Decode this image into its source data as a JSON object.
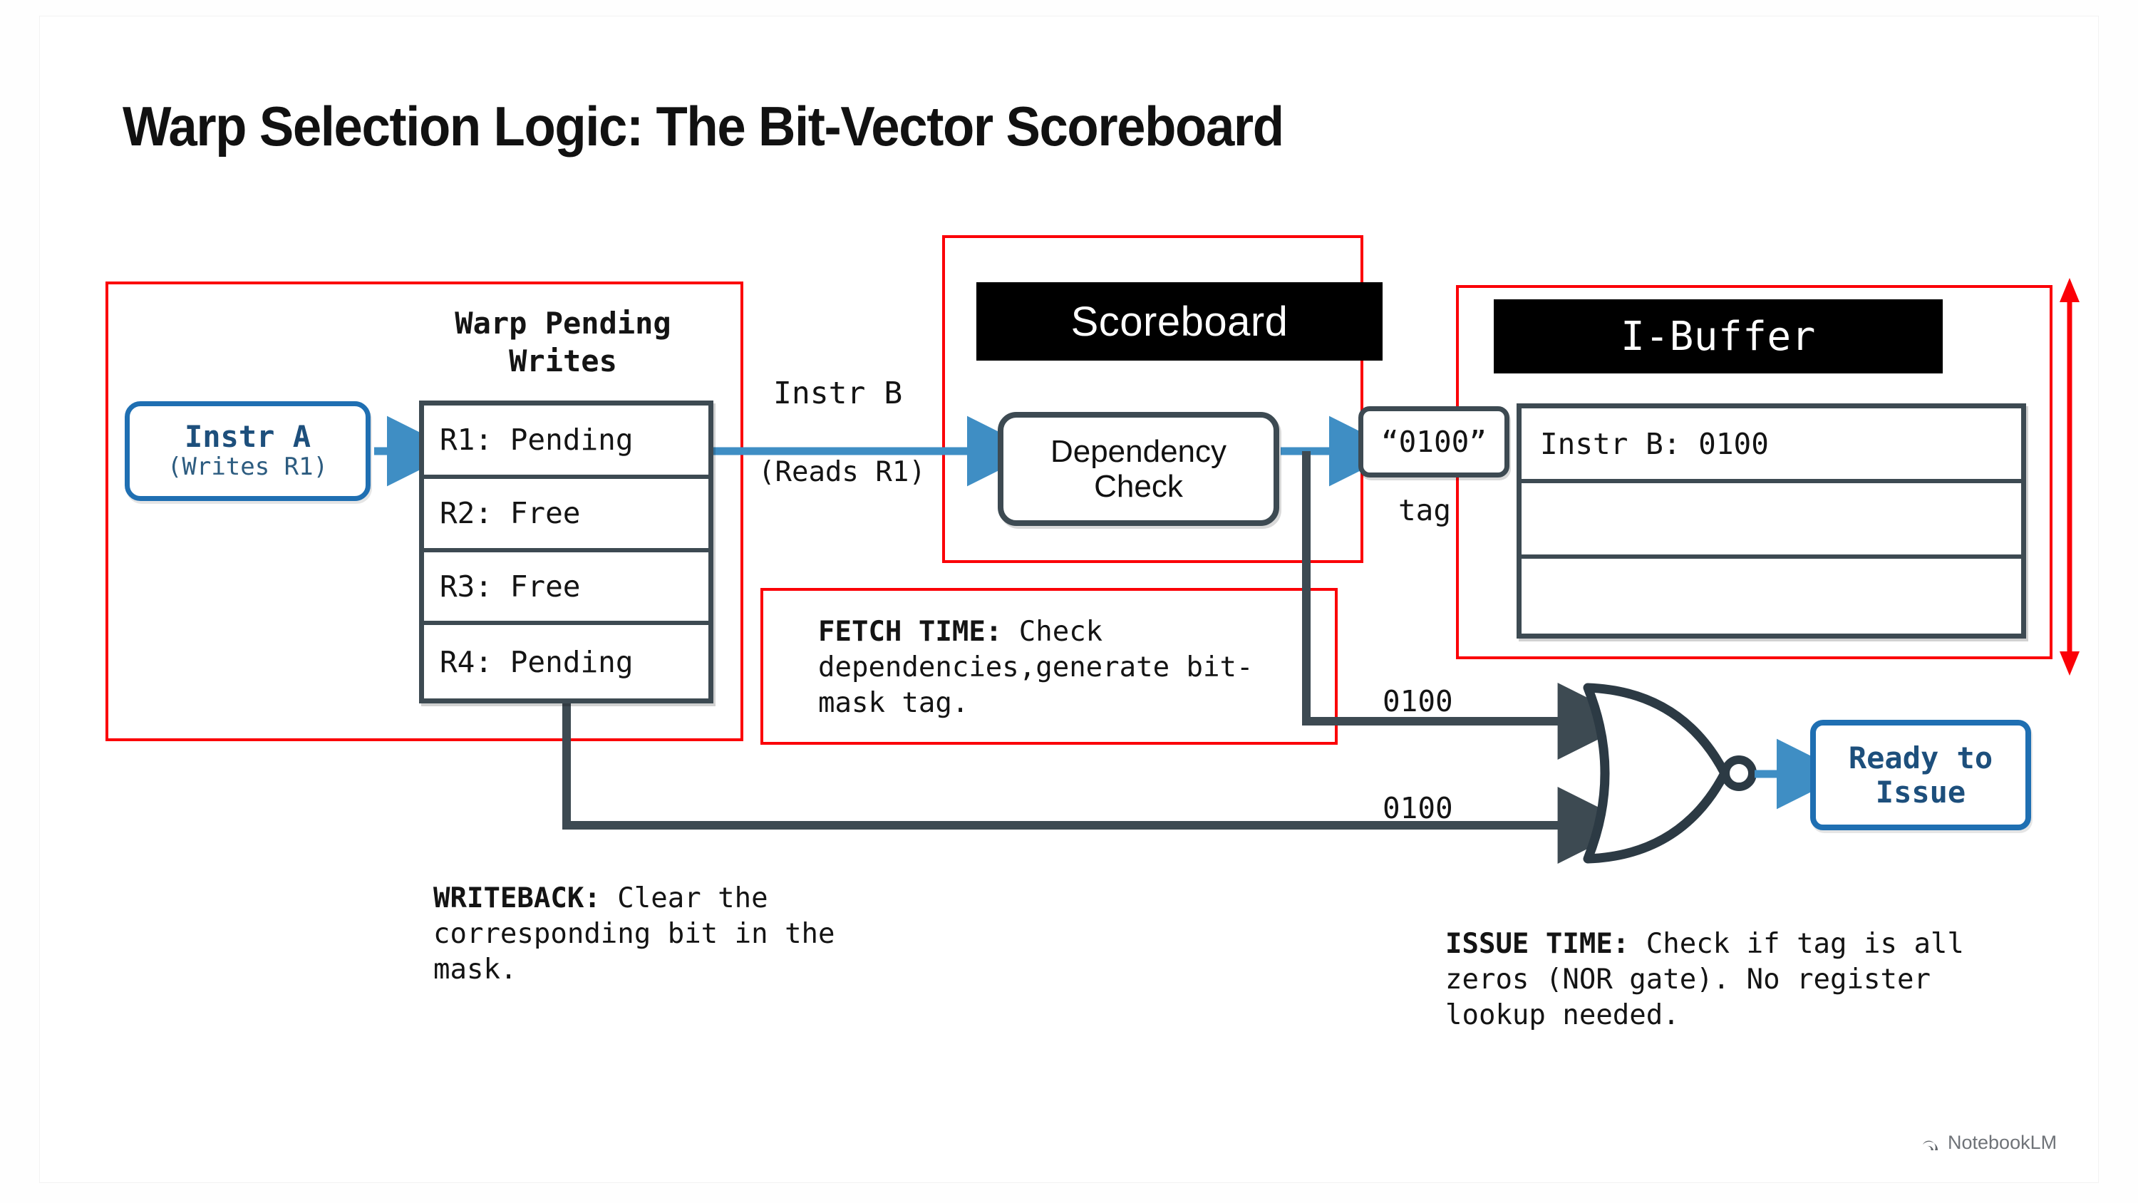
{
  "slide": {
    "title": "Warp Selection Logic: The Bit-Vector Scoreboard",
    "watermark": "NotebookLM"
  },
  "colors": {
    "annotation_red": "#fb0007",
    "wire_blue": "#3f8ec4",
    "wire_dark": "#3d4a52",
    "box_blue": "#1f6fb2",
    "text_blue": "#1d4f7c",
    "plate_black": "#000000"
  },
  "instr_a": {
    "line1": "Instr A",
    "line2": "(Writes R1)"
  },
  "warp_pending_writes": {
    "heading": "Warp Pending Writes",
    "rows": [
      "R1: Pending",
      "R2: Free",
      "R3: Free",
      "R4: Pending"
    ]
  },
  "instr_b": {
    "line1": "Instr B",
    "line2": "(Reads R1)"
  },
  "scoreboard": {
    "plate_label": "Scoreboard",
    "dep_check_line1": "Dependency",
    "dep_check_line2": "Check"
  },
  "tag": {
    "value": "“0100”",
    "label": "tag"
  },
  "ibuffer": {
    "plate_label": "I-Buffer",
    "rows": [
      "Instr B: 0100",
      "",
      ""
    ]
  },
  "nor": {
    "input_top": "0100",
    "input_bottom": "0100",
    "output_line1": "Ready to",
    "output_line2": "Issue"
  },
  "annotations": {
    "fetch": {
      "bold": "FETCH TIME:",
      "rest": " Check dependencies,generate bit-mask tag."
    },
    "writeback": {
      "bold": "WRITEBACK:",
      "rest": " Clear the corresponding bit in the mask."
    },
    "issue": {
      "bold": "ISSUE TIME:",
      "rest": " Check if tag is all zeros (NOR gate). No register lookup needed."
    }
  }
}
